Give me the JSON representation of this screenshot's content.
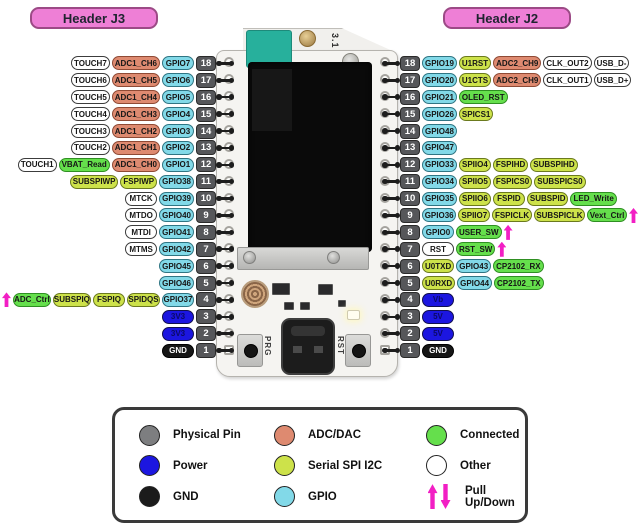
{
  "headers": {
    "j3": "Header J3",
    "j2": "Header J2"
  },
  "board": {
    "version": "3.1",
    "prg_button": "PRG",
    "rst_button": "RST"
  },
  "colors": {
    "gpio": "#82d9e8",
    "adc": "#de8a70",
    "spi": "#cde24a",
    "connected": "#65df4c",
    "other": "#ffffff",
    "power": "#1c16e0",
    "gnd": "#161616",
    "physical_pin": "#56575a",
    "header_bg": "#ee7fd6",
    "pull_arrow": "#f21fc4"
  },
  "left_header_rows": [
    {
      "pin": "18",
      "labels": [
        {
          "text": "TOUCH7",
          "type": "other"
        },
        {
          "text": "ADC1_CH6",
          "type": "adc"
        },
        {
          "text": "GPIO7",
          "type": "gpio"
        }
      ]
    },
    {
      "pin": "17",
      "labels": [
        {
          "text": "TOUCH6",
          "type": "other"
        },
        {
          "text": "ADC1_CH5",
          "type": "adc"
        },
        {
          "text": "GPIO6",
          "type": "gpio"
        }
      ]
    },
    {
      "pin": "16",
      "labels": [
        {
          "text": "TOUCH5",
          "type": "other"
        },
        {
          "text": "ADC1_CH4",
          "type": "adc"
        },
        {
          "text": "GPIO5",
          "type": "gpio"
        }
      ]
    },
    {
      "pin": "15",
      "labels": [
        {
          "text": "TOUCH4",
          "type": "other"
        },
        {
          "text": "ADC1_CH3",
          "type": "adc"
        },
        {
          "text": "GPIO4",
          "type": "gpio"
        }
      ]
    },
    {
      "pin": "14",
      "labels": [
        {
          "text": "TOUCH3",
          "type": "other"
        },
        {
          "text": "ADC1_CH2",
          "type": "adc"
        },
        {
          "text": "GPIO3",
          "type": "gpio"
        }
      ]
    },
    {
      "pin": "13",
      "labels": [
        {
          "text": "TOUCH2",
          "type": "other"
        },
        {
          "text": "ADC1_CH1",
          "type": "adc"
        },
        {
          "text": "GPIO2",
          "type": "gpio"
        }
      ]
    },
    {
      "pin": "12",
      "labels": [
        {
          "text": "TOUCH1",
          "type": "other"
        },
        {
          "text": "VBAT_Read",
          "type": "connected"
        },
        {
          "text": "ADC1_CH0",
          "type": "adc"
        },
        {
          "text": "GPIO1",
          "type": "gpio"
        }
      ]
    },
    {
      "pin": "11",
      "labels": [
        {
          "text": "SUBSPIWP",
          "type": "spi"
        },
        {
          "text": "FSPIWP",
          "type": "spi"
        },
        {
          "text": "GPIO38",
          "type": "gpio"
        }
      ]
    },
    {
      "pin": "10",
      "labels": [
        {
          "text": "MTCK",
          "type": "other"
        },
        {
          "text": "GPIO39",
          "type": "gpio"
        }
      ]
    },
    {
      "pin": "9",
      "labels": [
        {
          "text": "MTDO",
          "type": "other"
        },
        {
          "text": "GPIO40",
          "type": "gpio"
        }
      ]
    },
    {
      "pin": "8",
      "labels": [
        {
          "text": "MTDI",
          "type": "other"
        },
        {
          "text": "GPIO41",
          "type": "gpio"
        }
      ]
    },
    {
      "pin": "7",
      "labels": [
        {
          "text": "MTMS",
          "type": "other"
        },
        {
          "text": "GPIO42",
          "type": "gpio"
        }
      ]
    },
    {
      "pin": "6",
      "labels": [
        {
          "text": "GPIO45",
          "type": "gpio"
        }
      ]
    },
    {
      "pin": "5",
      "labels": [
        {
          "text": "GPIO46",
          "type": "gpio"
        }
      ]
    },
    {
      "pin": "4",
      "arrow_start": true,
      "labels": [
        {
          "text": "ADC_Ctrl",
          "type": "connected"
        },
        {
          "text": "SUBSPIQ",
          "type": "spi"
        },
        {
          "text": "FSPIQ",
          "type": "spi"
        },
        {
          "text": "SPIDQS",
          "type": "spi"
        },
        {
          "text": "GPIO37",
          "type": "gpio"
        }
      ]
    },
    {
      "pin": "3",
      "labels": [
        {
          "text": "3V3",
          "type": "power"
        }
      ]
    },
    {
      "pin": "2",
      "labels": [
        {
          "text": "3V3",
          "type": "power"
        }
      ]
    },
    {
      "pin": "1",
      "labels": [
        {
          "text": "GND",
          "type": "gnd"
        }
      ]
    }
  ],
  "right_header_rows": [
    {
      "pin": "18",
      "labels": [
        {
          "text": "GPIO19",
          "type": "gpio"
        },
        {
          "text": "U1RST",
          "type": "spi"
        },
        {
          "text": "ADC2_CH9",
          "type": "adc"
        },
        {
          "text": "CLK_OUT2",
          "type": "other"
        },
        {
          "text": "USB_D-",
          "type": "other"
        }
      ]
    },
    {
      "pin": "17",
      "labels": [
        {
          "text": "GPIO20",
          "type": "gpio"
        },
        {
          "text": "U1CTS",
          "type": "spi"
        },
        {
          "text": "ADC2_CH9",
          "type": "adc"
        },
        {
          "text": "CLK_OUT1",
          "type": "other"
        },
        {
          "text": "USB_D+",
          "type": "other"
        }
      ]
    },
    {
      "pin": "16",
      "labels": [
        {
          "text": "GPIO21",
          "type": "gpio"
        },
        {
          "text": "OLED_RST",
          "type": "connected"
        }
      ]
    },
    {
      "pin": "15",
      "labels": [
        {
          "text": "GPIO26",
          "type": "gpio"
        },
        {
          "text": "SPICS1",
          "type": "spi"
        }
      ]
    },
    {
      "pin": "14",
      "labels": [
        {
          "text": "GPIO48",
          "type": "gpio"
        }
      ]
    },
    {
      "pin": "13",
      "labels": [
        {
          "text": "GPIO47",
          "type": "gpio"
        }
      ]
    },
    {
      "pin": "12",
      "labels": [
        {
          "text": "GPIO33",
          "type": "gpio"
        },
        {
          "text": "SPIIO4",
          "type": "spi"
        },
        {
          "text": "FSPIHD",
          "type": "spi"
        },
        {
          "text": "SUBSPIHD",
          "type": "spi"
        }
      ]
    },
    {
      "pin": "11",
      "labels": [
        {
          "text": "GPIO34",
          "type": "gpio"
        },
        {
          "text": "SPIIO5",
          "type": "spi"
        },
        {
          "text": "FSPICS0",
          "type": "spi"
        },
        {
          "text": "SUBSPICS0",
          "type": "spi"
        }
      ]
    },
    {
      "pin": "10",
      "labels": [
        {
          "text": "GPIO35",
          "type": "gpio"
        },
        {
          "text": "SPIIO6",
          "type": "spi"
        },
        {
          "text": "FSPID",
          "type": "spi"
        },
        {
          "text": "SUBSPID",
          "type": "spi"
        },
        {
          "text": "LED_Write",
          "type": "connected"
        }
      ]
    },
    {
      "pin": "9",
      "arrow_end": true,
      "labels": [
        {
          "text": "GPIO36",
          "type": "gpio"
        },
        {
          "text": "SPIIO7",
          "type": "spi"
        },
        {
          "text": "FSPICLK",
          "type": "spi"
        },
        {
          "text": "SUBSPICLK",
          "type": "spi"
        },
        {
          "text": "Vext_Ctrl",
          "type": "connected"
        }
      ]
    },
    {
      "pin": "8",
      "arrow_end": true,
      "labels": [
        {
          "text": "GPIO0",
          "type": "gpio"
        },
        {
          "text": "USER_SW",
          "type": "connected"
        }
      ]
    },
    {
      "pin": "7",
      "arrow_end": true,
      "labels": [
        {
          "text": "RST",
          "type": "other"
        },
        {
          "text": "RST_SW",
          "type": "connected"
        }
      ]
    },
    {
      "pin": "6",
      "labels": [
        {
          "text": "U0TXD",
          "type": "spi"
        },
        {
          "text": "GPIO43",
          "type": "gpio"
        },
        {
          "text": "CP2102_RX",
          "type": "connected"
        }
      ]
    },
    {
      "pin": "5",
      "labels": [
        {
          "text": "U0RXD",
          "type": "spi"
        },
        {
          "text": "GPIO44",
          "type": "gpio"
        },
        {
          "text": "CP2102_TX",
          "type": "connected"
        }
      ]
    },
    {
      "pin": "4",
      "labels": [
        {
          "text": "Vb",
          "type": "power"
        }
      ]
    },
    {
      "pin": "3",
      "labels": [
        {
          "text": "5V",
          "type": "power"
        }
      ]
    },
    {
      "pin": "2",
      "labels": [
        {
          "text": "5V",
          "type": "power"
        }
      ]
    },
    {
      "pin": "1",
      "labels": [
        {
          "text": "GND",
          "type": "gnd"
        }
      ]
    }
  ],
  "legend": {
    "items": [
      {
        "label": "Physical Pin",
        "swatch": "#7d7e80"
      },
      {
        "label": "Power",
        "swatch": "#1c16e0"
      },
      {
        "label": "GND",
        "swatch": "#1b1b1b"
      },
      {
        "label": "ADC/DAC",
        "swatch": "#de8a70"
      },
      {
        "label": "Serial SPI I2C",
        "swatch": "#cde24a"
      },
      {
        "label": "GPIO",
        "swatch": "#82d9e8"
      },
      {
        "label": "Connected",
        "swatch": "#65df4c"
      },
      {
        "label": "Other",
        "swatch": "#ffffff"
      },
      {
        "label": "Pull Up/Down",
        "swatch": "arrows"
      }
    ]
  }
}
